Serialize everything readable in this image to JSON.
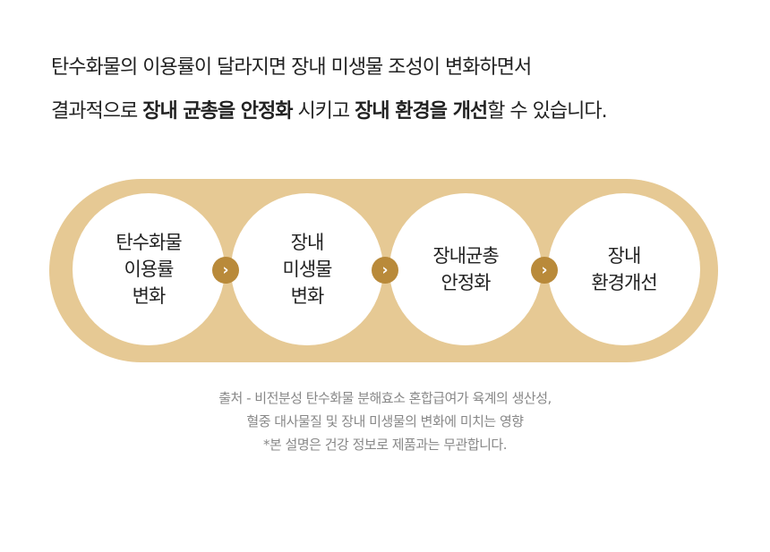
{
  "heading": {
    "line1": "탄수화물의 이용률이 달라지면 장내 미생물 조성이 변화하면서",
    "line2_a": "결과적으로 ",
    "line2_b": "장내 균총을 안정화",
    "line2_c": " 시키고 ",
    "line2_d": "장내 환경을 개선",
    "line2_e": "할 수 있습니다."
  },
  "steps": [
    {
      "l1": "탄수화물",
      "l2": "이용률",
      "l3": "변화"
    },
    {
      "l1": "장내",
      "l2": "미생물",
      "l3": "변화"
    },
    {
      "l1": "장내균총",
      "l2": "안정화"
    },
    {
      "l1": "장내",
      "l2": "환경개선"
    }
  ],
  "arrow": "›",
  "colors": {
    "band": "#e6c994",
    "arrow": "#b98a3a"
  },
  "source": {
    "line1": "출처 - 비전분성 탄수화물 분해효소 혼합급여가 육계의 생산성,",
    "line2": "혈중 대사물질 및 장내 미생물의 변화에 미치는 영향",
    "line3": "*본 설명은 건강 정보로 제품과는 무관합니다."
  }
}
